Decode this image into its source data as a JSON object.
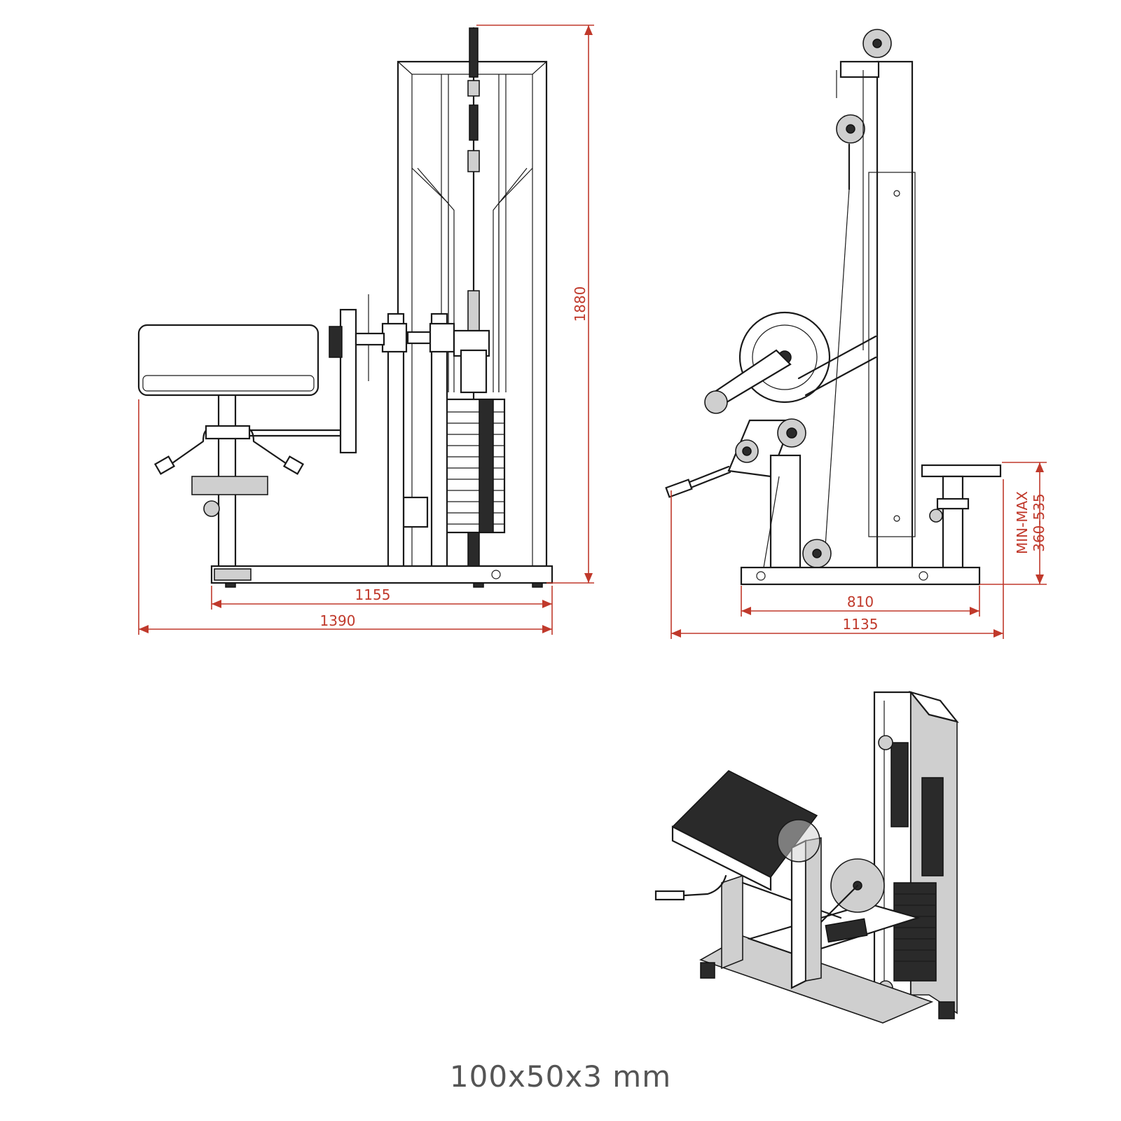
{
  "front_view": {
    "dim_height": "1880",
    "dim_base": "1155",
    "dim_overall": "1390"
  },
  "side_view": {
    "dim_base": "810",
    "dim_overall": "1135",
    "dim_seat_label": "MIN-MAX",
    "dim_seat_range": "360-535"
  },
  "caption": "100x50x3 mm",
  "colors": {
    "dimension": "#c0392b",
    "line": "#1a1a1a",
    "caption": "#555555"
  }
}
